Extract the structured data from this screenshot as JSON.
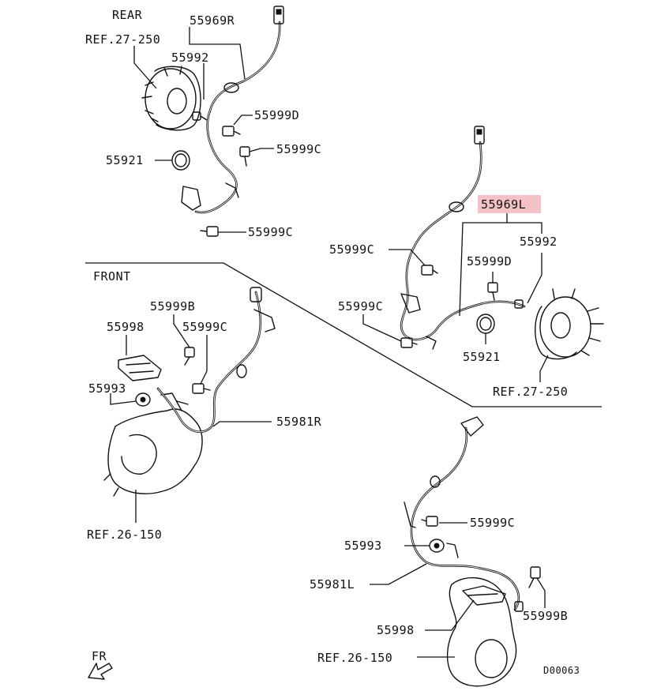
{
  "section_labels": {
    "rear": "REAR",
    "front": "FRONT",
    "direction": "FR"
  },
  "references": {
    "rear_left_hub": "REF.27-250",
    "rear_right_hub": "REF.27-250",
    "front_left_knuckle": "REF.26-150",
    "front_right_knuckle": "REF.26-150"
  },
  "callouts": {
    "rear_left_sensor": "55969R",
    "rear_left_rotor": "55992",
    "rear_left_bolt_d": "55999D",
    "rear_left_bolt_c1": "55999C",
    "rear_left_ring": "55921",
    "rear_left_bolt_c2": "55999C",
    "rear_right_sensor": "55969L",
    "rear_right_rotor": "55992",
    "rear_right_bolt_c1": "55999C",
    "rear_right_bolt_d": "55999D",
    "rear_right_bolt_c2": "55999C",
    "rear_right_ring": "55921",
    "front_right_bolt_b": "55999B",
    "front_right_bracket": "55998",
    "front_right_bolt_c": "55999C",
    "front_right_rotor": "55993",
    "front_right_sensor": "55981R",
    "front_left_bolt_c": "55999C",
    "front_left_rotor": "55993",
    "front_left_sensor": "55981L",
    "front_left_bracket": "55998",
    "front_left_bolt_b": "55999B"
  },
  "highlighted_part": "55969L",
  "highlight_color": "#f4c2c6",
  "diagram_code": "D00063"
}
